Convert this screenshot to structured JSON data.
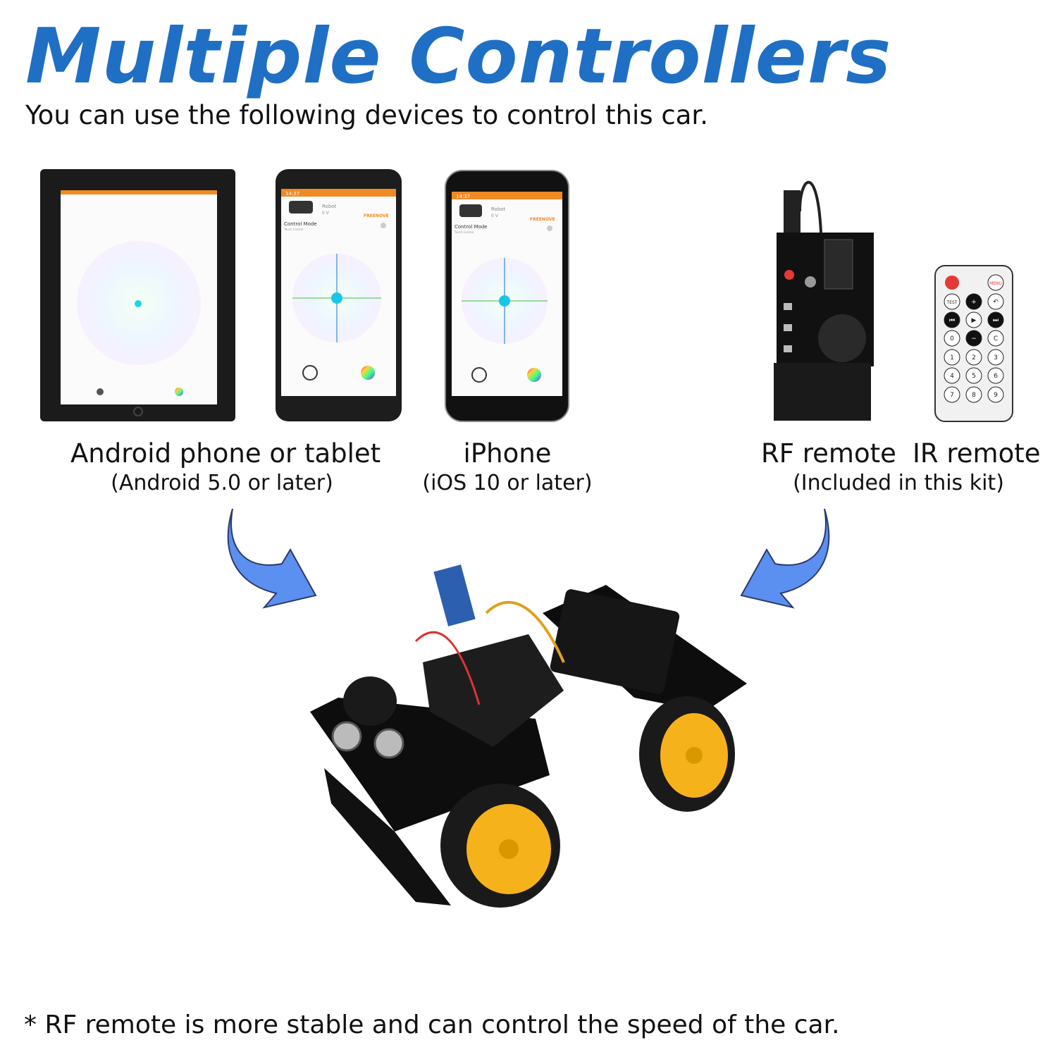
{
  "title": "Multiple Controllers",
  "subtitle": "You can use the following devices to control this car.",
  "devices": [
    {
      "label": "Android phone or tablet",
      "sub": "(Android 5.0 or later)"
    },
    {
      "label": "iPhone",
      "sub": "(iOS 10 or later)"
    },
    {
      "label": "RF remote",
      "label2": "IR remote",
      "sub": "(Included in this kit)"
    }
  ],
  "app_screen": {
    "time": "14:37",
    "robot": "Robot",
    "voltage": "0 V",
    "brand": "FREENOVE",
    "mode": "Control Mode",
    "mode_sub": "Touch Control",
    "accent": "#f08a24"
  },
  "ir_remote": {
    "buttons": [
      "MENU",
      "TEST",
      "0",
      "C",
      "1",
      "2",
      "3",
      "4",
      "5",
      "6",
      "7",
      "8",
      "9"
    ],
    "power_color": "#e53935"
  },
  "arrow_color": "#5b8ff0",
  "footnote": "*  RF remote is more stable and can control the speed of the car."
}
